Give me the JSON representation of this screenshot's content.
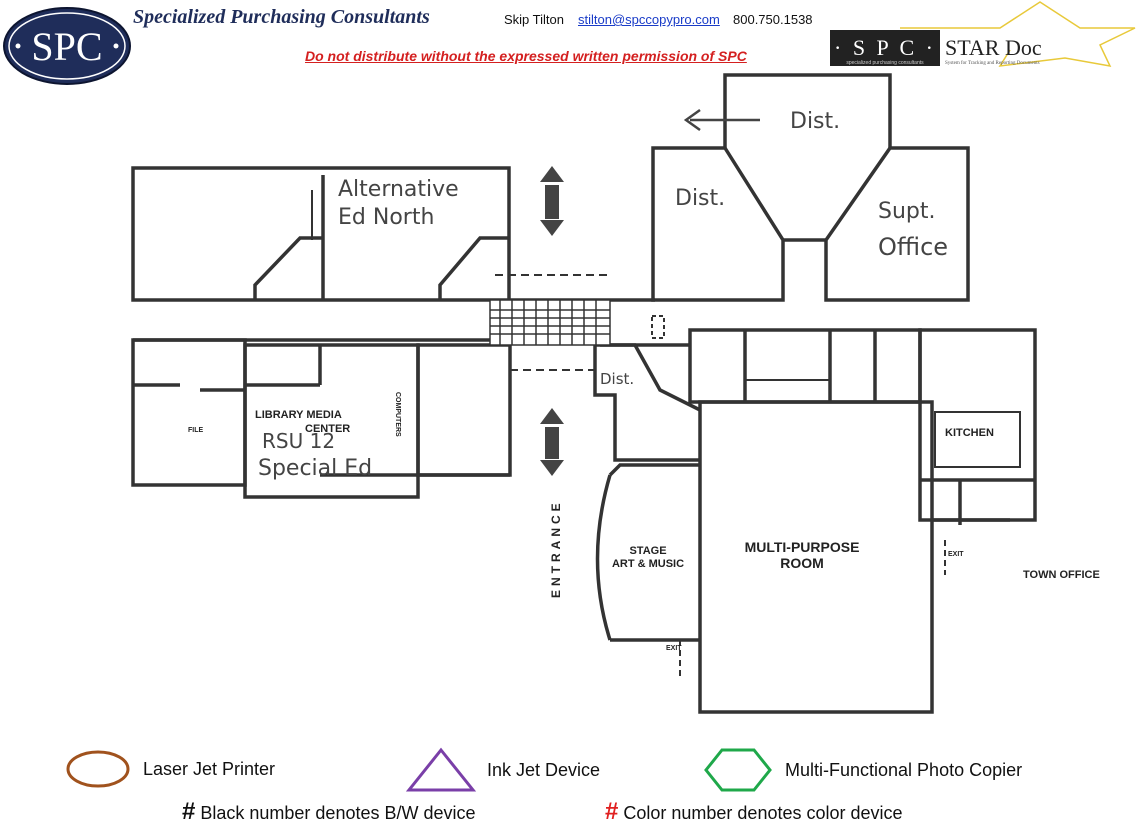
{
  "header": {
    "logo_text": "SPC",
    "company_name": "Specialized Purchasing Consultants",
    "contact_name": "Skip Tilton",
    "contact_email": "stilton@spccopypro.com",
    "contact_phone": "800.750.1538",
    "warning": "Do not distribute without the expressed written permission of SPC",
    "stardoc_logo": {
      "left_text": "· S P C ·",
      "left_subtext": "specialized purchasing consultants",
      "right_text": "STAR Doc",
      "right_subtext": "System for Tracking and Reporting Documents"
    },
    "colors": {
      "brand_navy": "#1f2d5a",
      "warning_red": "#d42020",
      "link_blue": "#1a3cc8",
      "star_yellow": "#e8c93a"
    }
  },
  "floor_plan": {
    "rooms": {
      "alt_ed": "Alternative",
      "alt_ed_2": "Ed  North",
      "dist_top": "Dist.",
      "dist_left": "Dist.",
      "supt_1": "Supt.",
      "supt_2": "Office",
      "library_1": "LIBRARY MEDIA",
      "library_2": "CENTER",
      "computers": "COMPUTERS",
      "rsu_1": "RSU 12",
      "rsu_2": "Special  Ed",
      "dist_small": "Dist.",
      "stage_1": "STAGE",
      "stage_2": "ART & MUSIC",
      "mpr_1": "MULTI-PURPOSE",
      "mpr_2": "ROOM",
      "kitchen": "KITCHEN",
      "town_office": "TOWN OFFICE",
      "entrance": "ENTRANCE",
      "exit_1": "EXIT",
      "exit_2": "EXIT",
      "file": "FILE"
    }
  },
  "legend": {
    "items": [
      {
        "label": "Laser Jet Printer",
        "shape": "ellipse",
        "color": "#a0521d"
      },
      {
        "label": "Ink Jet Device",
        "shape": "triangle",
        "color": "#7a3fa8"
      },
      {
        "label": "Multi-Functional Photo Copier",
        "shape": "hexagon",
        "color": "#1fa84a"
      }
    ],
    "notes": [
      {
        "symbol": "#",
        "text": "Black number denotes B/W device",
        "color": "#111111"
      },
      {
        "symbol": "#",
        "text": "Color number denotes color device",
        "color": "#e02020"
      }
    ]
  }
}
